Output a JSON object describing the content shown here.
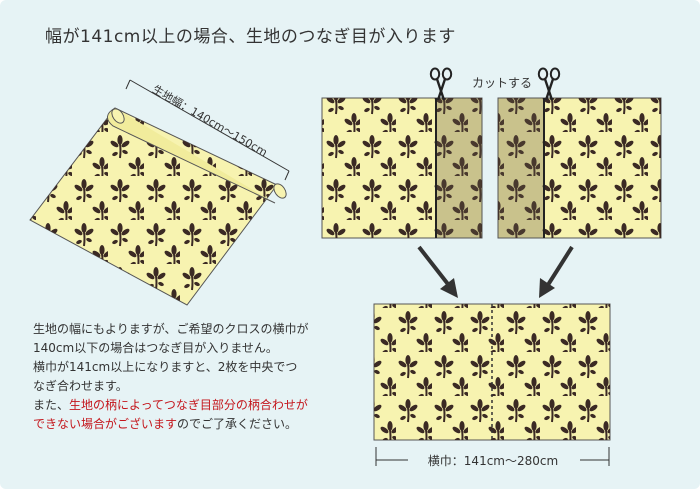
{
  "title": "幅が141cm以上の場合、生地のつなぎ目が入ります",
  "roll_label": "生地幅：140cm〜150cm",
  "cut_label": "カットする",
  "width_label": "横巾：141cm〜280cm",
  "description": {
    "line1": "生地の幅にもよりますが、ご希望のクロスの横巾が",
    "line2": "140cm以下の場合はつなぎ目が入りません。",
    "line3": "横巾が141cm以上になりますと、2枚を中央でつ",
    "line4": "なぎ合わせます。",
    "line5_normal": "また、",
    "line5_red": "生地の柄によってつなぎ目部分の柄合わせが",
    "line6_red": "できない場合がございます",
    "line6_normal": "のでご了承ください。"
  },
  "colors": {
    "background": "#e6f3f5",
    "fabric": "#f7f3b0",
    "fabric_shaded": "#c9c28c",
    "motif": "#3b2a24",
    "note_red": "#c4161c",
    "arrow": "#333333"
  }
}
